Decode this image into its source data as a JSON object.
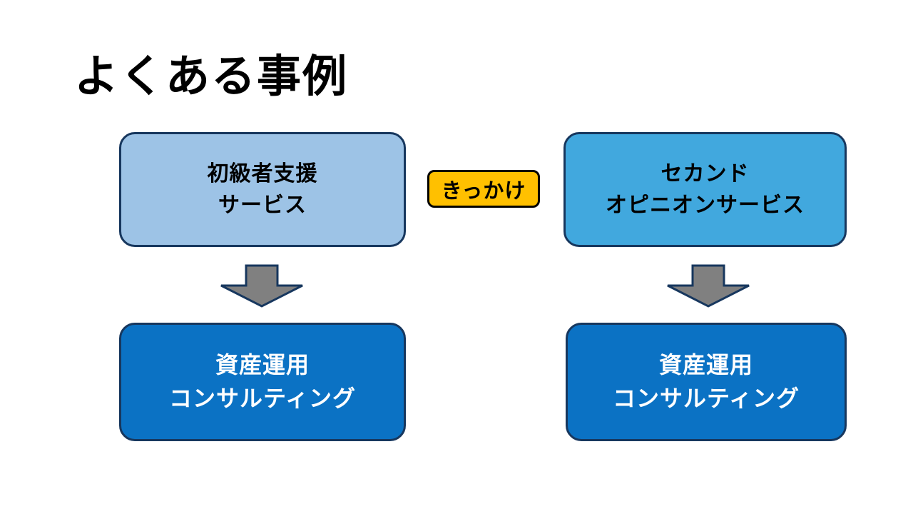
{
  "slide": {
    "title": "よくある事例",
    "background_color": "#FFFFFF"
  },
  "palette": {
    "box_border": "#17375E",
    "beginner_fill": "#9DC3E6",
    "second_opinion_fill": "#41A8DE",
    "consulting_fill": "#0B72C4",
    "consulting_text": "#FFFFFF",
    "badge_fill": "#FFC000",
    "badge_border": "#000000",
    "arrow_fill": "#808080",
    "arrow_border": "#17375E",
    "title_text": "#000000"
  },
  "flows": {
    "left": {
      "source_box": {
        "line1": "初級者支援",
        "line2": "サービス"
      },
      "arrow": "down-arrow",
      "target_box": {
        "line1": "資産運用",
        "line2": "コンサルティング"
      }
    },
    "right": {
      "source_box": {
        "line1": "セカンド",
        "line2": "オピニオンサービス"
      },
      "arrow": "down-arrow",
      "target_box": {
        "line1": "資産運用",
        "line2": "コンサルティング"
      }
    }
  },
  "badge": {
    "label": "きっかけ"
  }
}
